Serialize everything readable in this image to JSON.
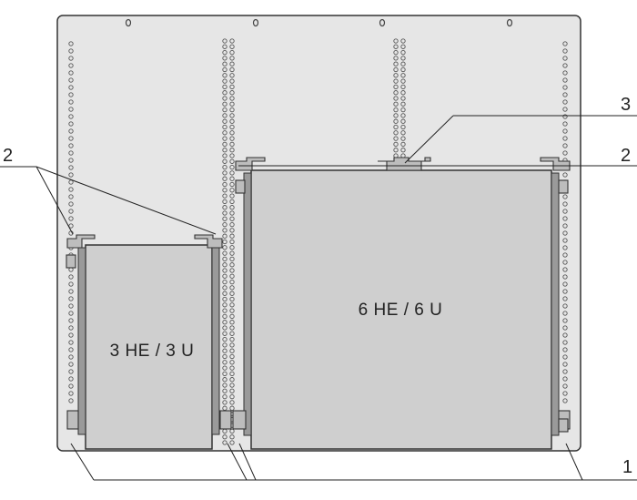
{
  "modules": {
    "small": {
      "label": "3 HE / 3 U"
    },
    "large": {
      "label": "6 HE / 6 U"
    }
  },
  "callouts": {
    "c1": "1",
    "c2_left": "2",
    "c2_right": "2",
    "c3": "3"
  },
  "colors": {
    "panel": "#e6e6e6",
    "module": "#cfcfcf",
    "outline": "#333333",
    "rail": "#9a9a9a"
  }
}
